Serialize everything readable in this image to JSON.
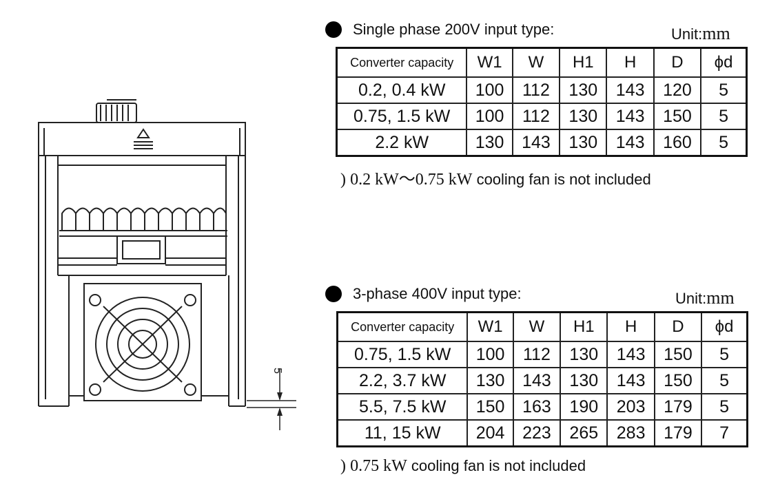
{
  "drawing": {
    "dimension_label": "5"
  },
  "single_phase": {
    "title": "Single phase 200V input type:",
    "unit_label": "Unit:",
    "unit_value": "mm",
    "headers": [
      "Converter capacity",
      "W1",
      "W",
      "H1",
      "H",
      "D",
      "ϕd"
    ],
    "rows": [
      [
        "0.2, 0.4 kW",
        "100",
        "112",
        "130",
        "143",
        "120",
        "5"
      ],
      [
        "0.75, 1.5 kW",
        "100",
        "112",
        "130",
        "143",
        "150",
        "5"
      ],
      [
        "2.2 kW",
        "130",
        "143",
        "130",
        "143",
        "160",
        "5"
      ]
    ],
    "note_prefix": ")",
    "note_range": "0.2 kW～0.75 kW",
    "note_text": "cooling fan is not included"
  },
  "three_phase": {
    "title": "3-phase 400V input type:",
    "unit_label": "Unit:",
    "unit_value": "mm",
    "headers": [
      "Converter capacity",
      "W1",
      "W",
      "H1",
      "H",
      "D",
      "ϕd"
    ],
    "rows": [
      [
        "0.75, 1.5 kW",
        "100",
        "112",
        "130",
        "143",
        "150",
        "5"
      ],
      [
        "2.2, 3.7 kW",
        "130",
        "143",
        "130",
        "143",
        "150",
        "5"
      ],
      [
        "5.5, 7.5 kW",
        "150",
        "163",
        "190",
        "203",
        "179",
        "5"
      ],
      [
        "11, 15 kW",
        "204",
        "223",
        "265",
        "283",
        "179",
        "7"
      ]
    ],
    "note_prefix": ")",
    "note_range": "0.75 kW",
    "note_text": "cooling fan is not included"
  }
}
